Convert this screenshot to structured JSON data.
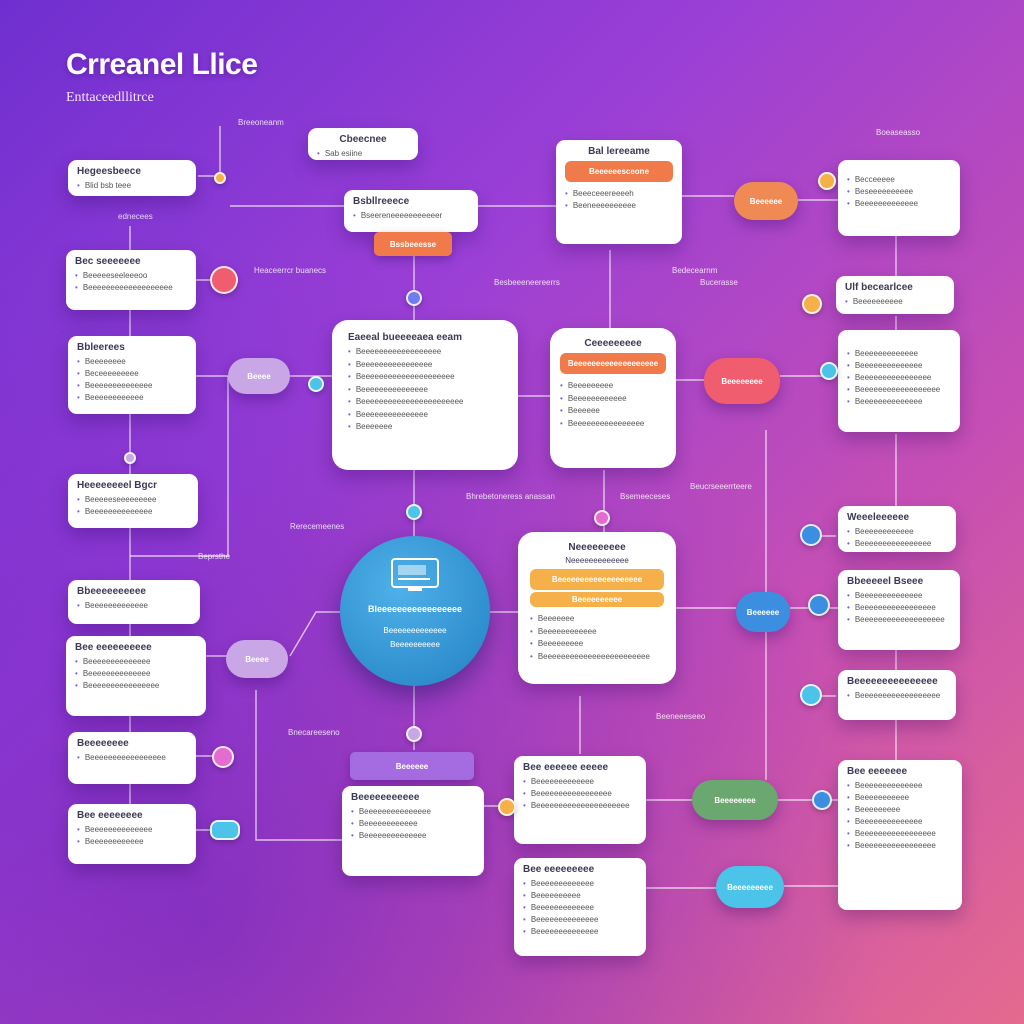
{
  "title": "Crreanel Llice",
  "subtitle": "Enttaceedllitrce",
  "floating_labels": {
    "top_left": "Breeoneanm",
    "left_small": "ednecees",
    "mid_left": "Heaceerrcr buanecs",
    "top_center": "Besbeeeneereerrs",
    "top_right": "Bedecearnm",
    "top_right2": "Bucerasse",
    "right_top": "Boeaseasso",
    "center_right": "Bhrebetoneress anassan",
    "center_right2": "Bsemeeceses",
    "center_mid": "Rerecemeenes",
    "left_bottom": "Beprsthe",
    "bottom_center": "Bnecareeseno",
    "bottom_center2": "Beeneeeseeo",
    "center_top_right": "Beucrseeerrteere"
  },
  "cards": {
    "top_small": {
      "title": "Cbeecnee",
      "line": "Sab esiine"
    },
    "left1": {
      "title": "Hegeesbeece",
      "line": "Blid bsb teee"
    },
    "top_mid": {
      "title": "Bsbllreeece",
      "line": "Bseereneeeeeeeeeeer"
    },
    "top_mid_tag": "Bssbeeesse",
    "top_center": {
      "title": "Bal lereeame",
      "banner": "Beeeeeesceone",
      "bullets": [
        "Beeeceeereeeeh",
        "Beeneeeeeeeeee"
      ]
    },
    "top_right": {
      "bullets": [
        "Becceeeee",
        "Beseeeeeeeeee",
        "Beeeeeeeeeeeee"
      ]
    },
    "right_tag": {
      "title": "Ulf becearlcee",
      "line": "Beeeeeeeeee"
    },
    "left2": {
      "title": "Bec seeeeeee",
      "lines": [
        "Beeeeeseeleeeoo",
        "Beeeeeeeeeeeeeeeeeee"
      ]
    },
    "left3": {
      "title": "Bbleerees",
      "bullets": [
        "Beeeeeeee",
        "Beceeeeeeeee",
        "Beeeeeeeeeeeeee",
        "Beeeeeeeeeeee"
      ]
    },
    "center_big": {
      "title": "Eaeeal bueeeeaea eeam",
      "bullets": [
        "Beeeeeeeeeeeeeeeeee",
        "Beeeeeeeeeeeeeeee",
        "Beeeeeeeeeeeeeeeeeeeee",
        "Beeeeeeeeeeeeeee",
        "Beeeeeeeeeeeeeeeeeeeeeee",
        "Beeeeeeeeeeeeeee",
        "Beeeeeee"
      ]
    },
    "center_right": {
      "title": "Ceeeeeeeee",
      "banner": "Beeeeeeeeeeeeeeeeeee",
      "bullets": [
        "Beeeeeeeee",
        "Beeeeeeeeeeee",
        "Beeeeee",
        "Beeeeeeeeeeeeeeee"
      ]
    },
    "right_mid": {
      "bullets": [
        "Beeeeeeeeeeeee",
        "Beeeeeeeeeeeeee",
        "Beeeeeeeeeeeeeeee",
        "Beeeeeeeeeeeeeeeeee",
        "Beeeeeeeeeeeeee"
      ]
    },
    "left4": {
      "title": "Heeeeeeeel Bgcr",
      "lines": [
        "Beeeeeseeeeeeeee",
        "Beeeeeeeeeeeeee"
      ]
    },
    "right_small1": {
      "title": "Weeeleeeeee",
      "lines": [
        "Beeeeeeeeeeee",
        "Beeeeeeeeeeeeeeee"
      ]
    },
    "center_lower": {
      "title": "Neeeeeeeee",
      "subline": "Neeeeeeeeeeeee",
      "banner": "Beeeeeeeeeeeeeeeeeee",
      "banner2": "Beeeeeeeeee",
      "bullets": [
        "Beeeeeee",
        "Beeeeeeeeeeee",
        "Beeeeeeeee",
        "Beeeeeeeeeeeeeeeeeeeeeeee"
      ]
    },
    "left5": {
      "title": "Bbeeeeeeeeee",
      "line": "Beeeeeeeeeeeee"
    },
    "right2": {
      "title": "Bbeeeeel Bseee",
      "lines": [
        "Beeeeeeeeeeeeee",
        "Beeeeeeeeeeeeeeeee",
        "Beeeeeeeeeeeeeeeeeee"
      ]
    },
    "left6": {
      "title": "Bee eeeeeeeeee",
      "lines": [
        "Beeeeeeeeeeeeee",
        "Beeeeeeeeeeeeee",
        "Beeeeeeeeeeeeeeee"
      ]
    },
    "right3": {
      "title": "Beeeeeeeeeeeeeee",
      "line": "Beeeeeeeeeeeeeeeeee"
    },
    "left7": {
      "title": "Beeeeeeee",
      "line": "Beeeeeeeeeeeeeeeee"
    },
    "purple_tag": "Beeeeee",
    "bottom_center": {
      "title": "Beeeeeeeeeee",
      "bullets": [
        "Beeeeeeeeeeeeeee",
        "Beeeeeeeeeeee",
        "Beeeeeeeeeeeeee"
      ]
    },
    "bottom_mid": {
      "title": "Bee eeeeee eeeee",
      "bullets": [
        "Beeeeeeeeeeeee",
        "Beeeeeeeeeeeeeeeee",
        "Beeeeeeeeeeeeeeeeeeeee"
      ]
    },
    "right4": {
      "title": "Bee eeeeeee",
      "bullets": [
        "Beeeeeeeeeeeeee",
        "Beeeeeeeeeee",
        "Beeeeeeeee",
        "Beeeeeeeeeeeeee",
        "Beeeeeeeeeeeeeeeee",
        "Beeeeeeeeeeeeeeeee"
      ]
    },
    "left8": {
      "title": "Bee eeeeeeee",
      "lines": [
        "Beeeeeeeeeeeeee",
        "Beeeeeeeeeeee"
      ]
    },
    "bottom_mid2": {
      "title": "Bee eeeeeeeee",
      "bullets": [
        "Beeeeeeeeeeeee",
        "Beeeeeeeeee",
        "Beeeeeeeeeeeee",
        "Beeeeeeeeeeeeee",
        "Beeeeeeeeeeeeee"
      ]
    }
  },
  "pills": {
    "orange_top": "Beeeeee",
    "pink_mid": "Beeeeeeee",
    "lilac_left": "Beeee",
    "blue_right": "Beeeeee",
    "lilac_bottom": "Beeee",
    "green_bottom": "Beeeeeeee",
    "blue_bottom": "Beeeeeeeee"
  },
  "hub": {
    "title": "Bleeeeeeeeeeeeeeeee",
    "line1": "Beeeeeeeeeeeee",
    "line2": "Beeeeeeeeee",
    "icon": "monitor-icon"
  },
  "colors": {
    "orange": "#f07a4a",
    "coral": "#f05d6e",
    "purple": "#9b6ad6",
    "lilac": "#c9a6e6",
    "blue": "#3c8fe0",
    "cyan": "#4cc3e8",
    "yellow": "#f5b04a",
    "green": "#6aa86f"
  }
}
